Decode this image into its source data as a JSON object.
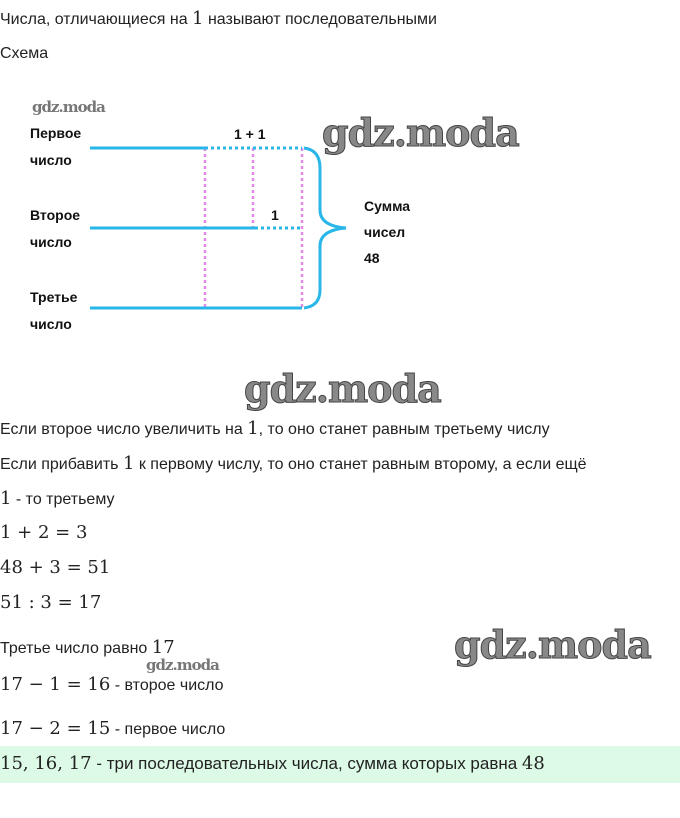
{
  "intro": {
    "text_a": "Числа, отличающиеся на ",
    "num": "1",
    "text_b": " называют последовательными"
  },
  "scheme_title": "Схема",
  "diagram": {
    "first_label": [
      "Первое",
      "число"
    ],
    "second_label": [
      "Второе",
      "число"
    ],
    "third_label": [
      "Третье",
      "число"
    ],
    "first_extra": "1 + 1",
    "second_extra": "1",
    "sum_label": [
      "Сумма",
      "чисел",
      "48"
    ],
    "colors": {
      "line": "#29b6e8",
      "guide": "#e08ae6"
    }
  },
  "watermark": "gdz.moda",
  "lines": {
    "l1": {
      "a": "Если второе число увеличить на ",
      "n": "1",
      "b": ", то оно станет равным третьему числу"
    },
    "l2": {
      "a": "Если прибавить ",
      "n": "1",
      "b": " к первому числу, то оно станет равным второму, а если ещё"
    },
    "l3": {
      "n": "1",
      "b": " - то третьему"
    },
    "eq1": "1 + 2 = 3",
    "eq2": "48 + 3 = 51",
    "eq3": "51 : 3 = 17",
    "l4": {
      "a": "Третье число равно ",
      "n": "17"
    },
    "l5": {
      "n": "17 − 1 = 16",
      "b": " - второе число"
    },
    "l6": {
      "n": "17 − 2 = 15",
      "b": " - первое число"
    },
    "answer": {
      "n": "15, 16, 17",
      "b": " - три последовательных числа, сумма которых равна ",
      "n2": "48"
    }
  }
}
